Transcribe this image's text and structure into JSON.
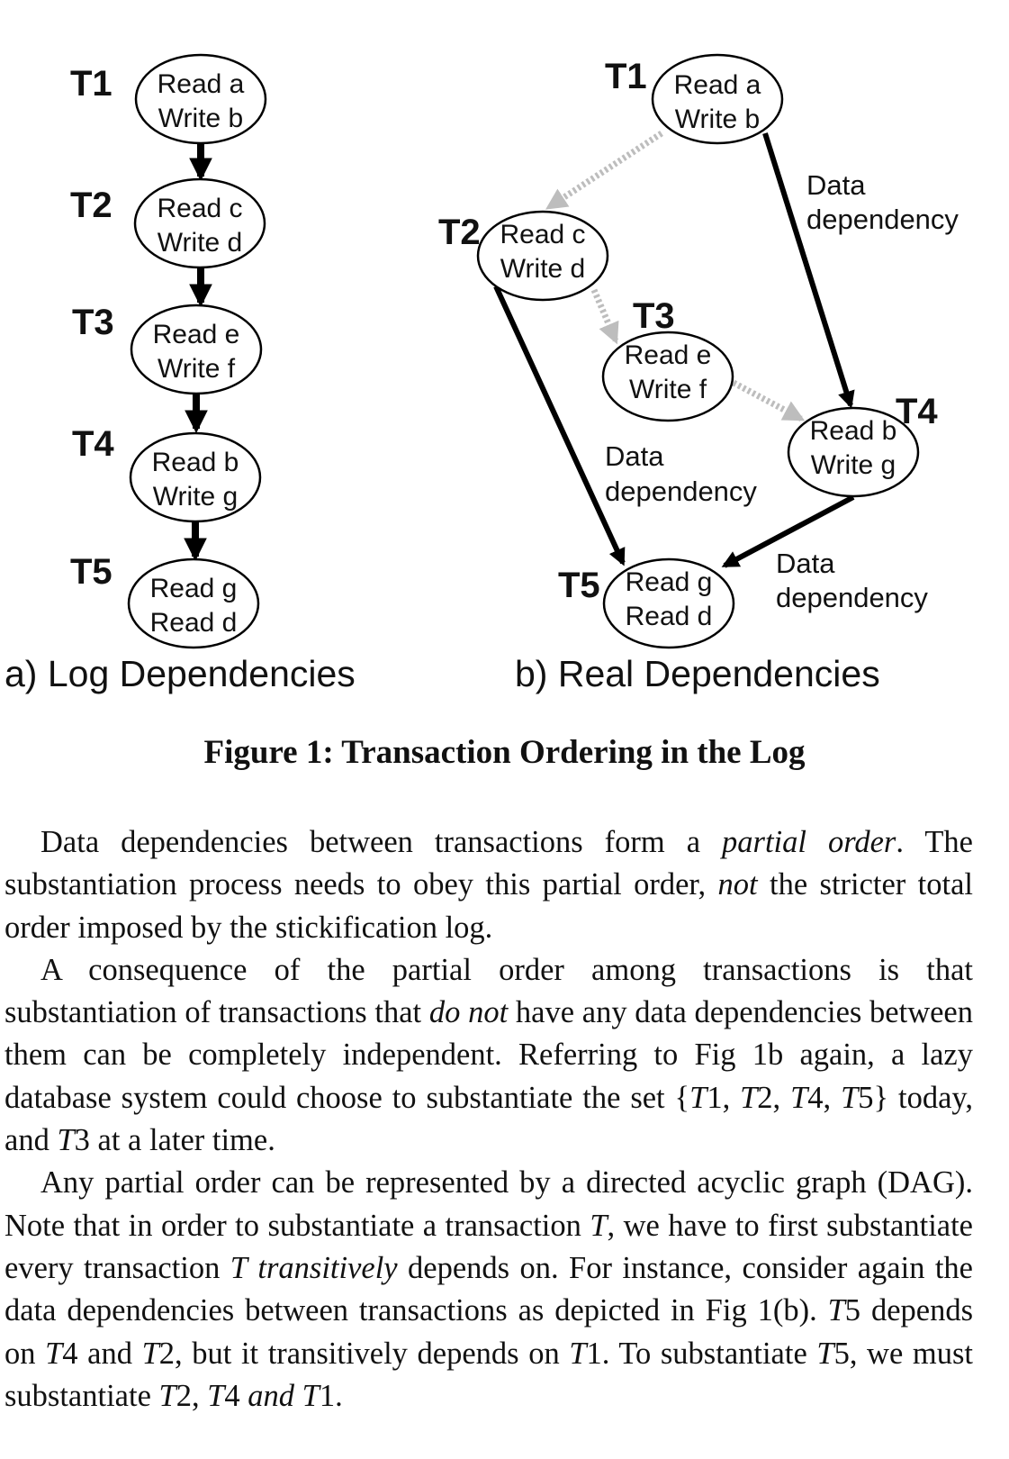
{
  "figure": {
    "panel_a": {
      "subcaption": "a) Log Dependencies",
      "nodes": [
        {
          "label": "T1",
          "line1": "Read a",
          "line2": "Write b"
        },
        {
          "label": "T2",
          "line1": "Read c",
          "line2": "Write d"
        },
        {
          "label": "T3",
          "line1": "Read e",
          "line2": "Write f"
        },
        {
          "label": "T4",
          "line1": "Read b",
          "line2": "Write g"
        },
        {
          "label": "T5",
          "line1": "Read g",
          "line2": "Read d"
        }
      ]
    },
    "panel_b": {
      "subcaption": "b) Real Dependencies",
      "nodes": [
        {
          "label": "T1",
          "line1": "Read a",
          "line2": "Write b"
        },
        {
          "label": "T2",
          "line1": "Read c",
          "line2": "Write d"
        },
        {
          "label": "T3",
          "line1": "Read e",
          "line2": "Write f"
        },
        {
          "label": "T4",
          "line1": "Read b",
          "line2": "Write g"
        },
        {
          "label": "T5",
          "line1": "Read g",
          "line2": "Read d"
        }
      ],
      "dependency_labels": [
        {
          "line1": "Data",
          "line2": "dependency"
        },
        {
          "line1": "Data",
          "line2": "dependency"
        },
        {
          "line1": "Data",
          "line2": "dependency"
        }
      ]
    },
    "caption": "Figure 1: Transaction Ordering in the Log"
  },
  "body": {
    "p1": {
      "t1": "Data dependencies between transactions form a ",
      "e1": "partial order",
      "t2": ". The substantiation process needs to obey this partial order, ",
      "e2": "not",
      "t3": " the stricter total order imposed by the stickification log."
    },
    "p2": {
      "t1": "A consequence of the partial order among transactions is that substantiation of transactions that ",
      "e1": "do not",
      "t2": " have any data dependencies between them can be completely independent. Referring to Fig 1b again, a lazy database system could choose to substantiate the set {",
      "m1": "T",
      "t3": "1, ",
      "m2": "T",
      "t4": "2, ",
      "m3": "T",
      "t5": "4, ",
      "m4": "T",
      "t6": "5} today, and ",
      "m5": "T",
      "t7": "3 at a later time."
    },
    "p3": {
      "t1": "Any partial order can be represented by a directed acyclic graph (DAG). Note that in order to substantiate a transaction ",
      "m1": "T",
      "t2": ", we have to first substantiate every transaction ",
      "m2": "T",
      "t3": " ",
      "e1": "transitively",
      "t4": " depends on. For instance, consider again the data dependencies between transactions as depicted in Fig 1(b). ",
      "m3": "T",
      "t5": "5 depends on ",
      "m4": "T",
      "t6": "4 and ",
      "m5": "T",
      "t7": "2, but it transitively depends on ",
      "m6": "T",
      "t8": "1. To substantiate ",
      "m7": "T",
      "t9": "5, we must substantiate ",
      "m8": "T",
      "t10": "2, ",
      "m9": "T",
      "t11": "4 ",
      "e2": "and",
      "t12": " ",
      "m10": "T",
      "t13": "1."
    }
  }
}
